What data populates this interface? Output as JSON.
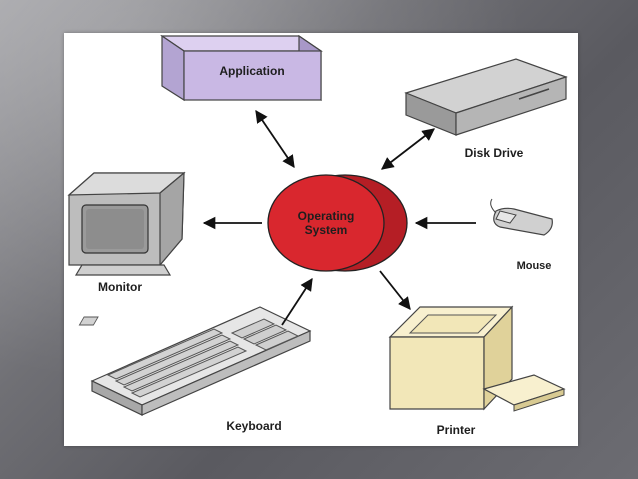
{
  "diagram": {
    "center": {
      "label_line1": "Operating",
      "label_line2": "System"
    },
    "nodes": {
      "application": "Application",
      "disk_drive": "Disk Drive",
      "monitor": "Monitor",
      "mouse": "Mouse",
      "keyboard": "Keyboard",
      "printer": "Printer"
    },
    "colors": {
      "os_fill": "#d9272e",
      "application_fill": "#c9b8e4",
      "printer_fill": "#f2e7b8"
    }
  }
}
